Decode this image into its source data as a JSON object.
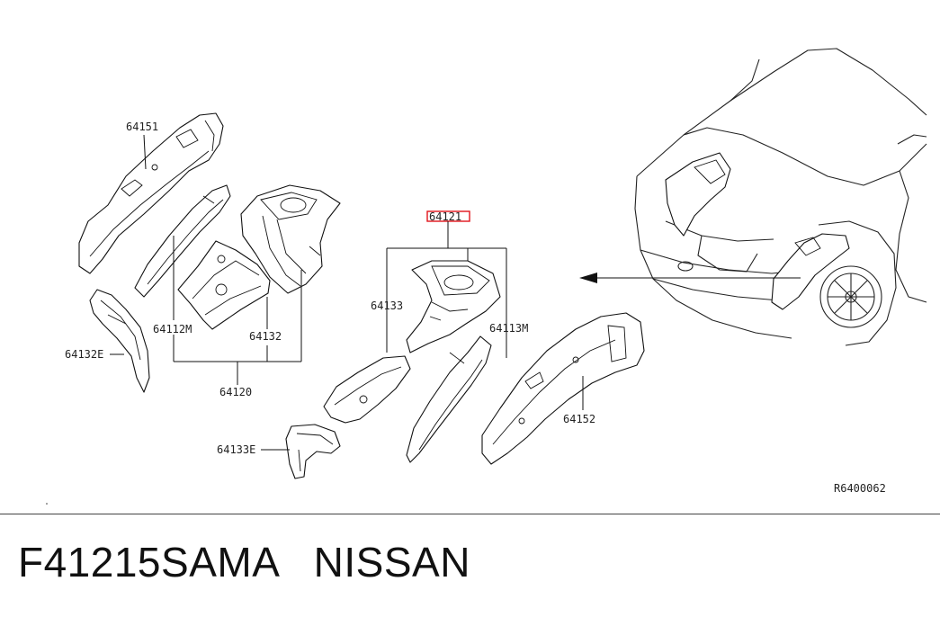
{
  "labels": {
    "p64151": "64151",
    "p64112m": "64112M",
    "p64132": "64132",
    "p64132e": "64132E",
    "p64120": "64120",
    "p64121": "64121",
    "p64133": "64133",
    "p64113m": "64113M",
    "p64133e": "64133E",
    "p64152": "64152"
  },
  "diagram_ref": "R6400062",
  "footer": {
    "title": "F41215SAMA   NISSAN"
  },
  "colors": {
    "highlight": "#e0141b",
    "line": "#111111"
  }
}
